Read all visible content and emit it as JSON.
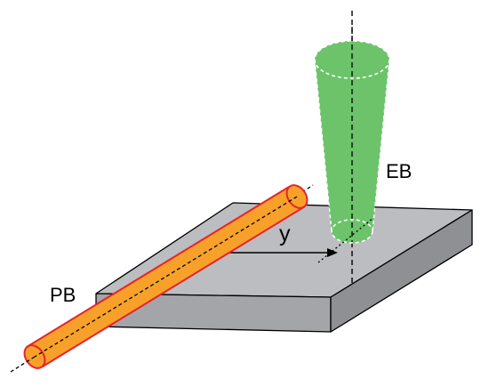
{
  "labels": {
    "electron_beam": "EB",
    "probe_beam": "PB",
    "offset": "y"
  },
  "colors": {
    "plate_top": "#bcbdc0",
    "plate_front": "#a4a5a8",
    "plate_side": "#8f9093",
    "plate_edge": "#000000",
    "electron_beam_fill": "#6cc36a",
    "electron_beam_dash": "#ffffff",
    "probe_beam_fill": "#f7a12b",
    "probe_beam_outline": "#e8232a",
    "axis_line": "#000000"
  }
}
